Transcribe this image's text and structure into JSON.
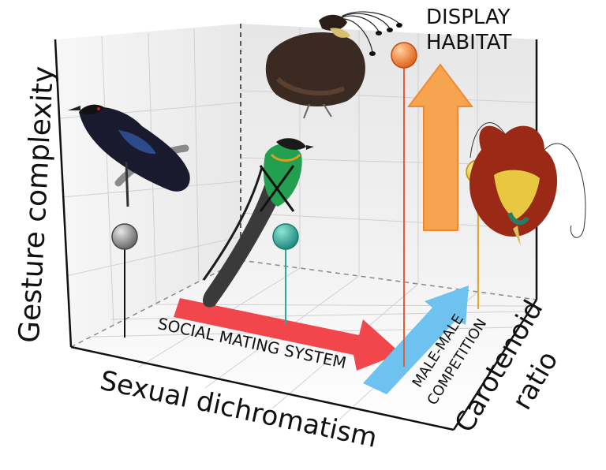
{
  "axes": {
    "y_label": "Gesture complexity",
    "x_label": "Sexual dichromatism",
    "z_label_line1": "Carotenoid",
    "z_label_line2": "ratio"
  },
  "arrows": {
    "social": "SOCIAL MATING SYSTEM",
    "competition_line1": "MALE-MALE",
    "competition_line2": "COMPETITION",
    "display_line1": "DISPLAY",
    "display_line2": "HABITAT"
  },
  "pins": [
    {
      "color": "#8c8c8c"
    },
    {
      "color": "#2aa898"
    },
    {
      "color": "#f08030"
    },
    {
      "color": "#f2c81e"
    }
  ],
  "colors": {
    "social_arrow": "#f0464c",
    "competition_arrow": "#6ec2f0",
    "display_arrow": "#f7a450"
  },
  "icons": [
    "black-bird-icon",
    "crested-bird-icon",
    "green-longtail-bird-icon",
    "red-plumed-bird-icon"
  ]
}
